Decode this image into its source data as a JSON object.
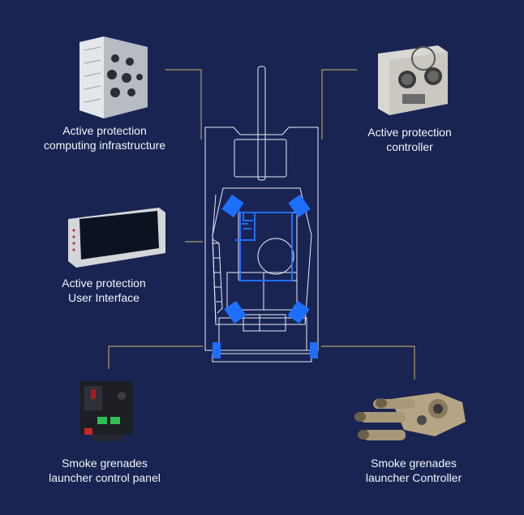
{
  "colors": {
    "background": "#1a2453",
    "accent_blue": "#1f6fff",
    "leader_gold": "#b49a5e",
    "outline": "#e8ecf5"
  },
  "components": [
    {
      "id": "computing",
      "line1": "Active protection",
      "line2": "computing infrastructure",
      "icon": "rugged-computer-box-icon"
    },
    {
      "id": "controller",
      "line1": "Active protection",
      "line2": "controller",
      "icon": "controller-box-icon"
    },
    {
      "id": "ui",
      "line1": "Active protection",
      "line2": "User Interface",
      "icon": "tablet-display-icon"
    },
    {
      "id": "smoke_panel",
      "line1": "Smoke grenades",
      "line2": "launcher control panel",
      "icon": "control-panel-icon"
    },
    {
      "id": "smoke_controller",
      "line1": "Smoke grenades",
      "line2": "launcher Controller",
      "icon": "grenade-launcher-icon"
    }
  ]
}
